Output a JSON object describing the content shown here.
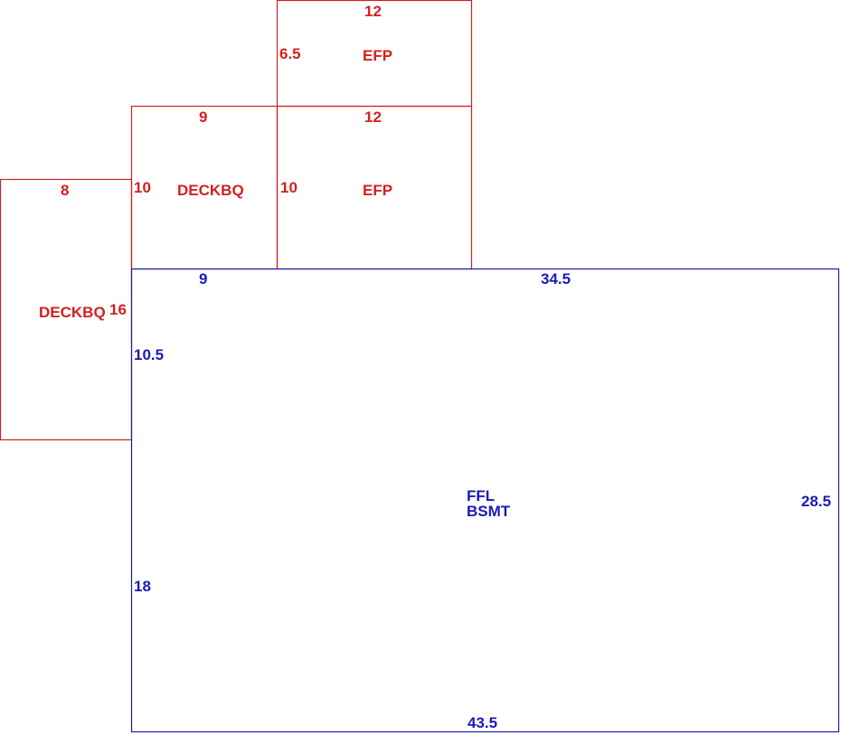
{
  "colors": {
    "addition": "#d42020",
    "main": "#1a1ab8"
  },
  "areas": {
    "efp_top": {
      "name": "EFP",
      "top_dim": "12",
      "left_dim": "6.5"
    },
    "efp_mid": {
      "name": "EFP",
      "top_dim": "12",
      "left_dim": "10"
    },
    "deck_mid": {
      "name": "DECKBQ",
      "top_dim": "9",
      "left_dim": "10"
    },
    "deck_left": {
      "name": "DECKBQ",
      "top_dim": "8",
      "right_dim": "16"
    },
    "basement": {
      "name_line1": "FFL",
      "name_line2": "BSMT",
      "top_left_dim": "9",
      "top_right_dim": "34.5",
      "left_upper_dim": "10.5",
      "left_lower_dim": "18",
      "right_dim": "28.5",
      "bottom_dim": "43.5"
    }
  }
}
